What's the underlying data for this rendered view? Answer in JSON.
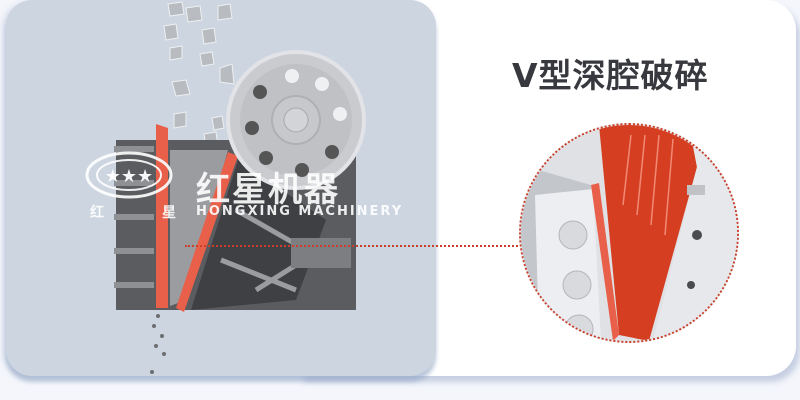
{
  "feature": {
    "title": "V型深腔破碎",
    "highlight_color": "#c9402a",
    "text_color": "#37393e"
  },
  "watermark": {
    "brand_cn": "红星机器",
    "brand_en": "HONGXING MACHINERY",
    "badge_left": "红",
    "badge_right": "星",
    "icon": "three-stars-oval-logo"
  },
  "illustration": {
    "left": "jaw-crusher-cross-section",
    "right": "v-shaped-jaw-plate-closeup"
  }
}
